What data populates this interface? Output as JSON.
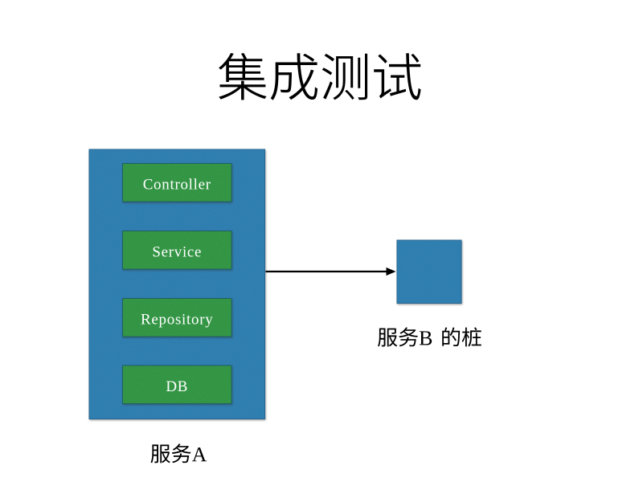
{
  "slide": {
    "title": "集成测试",
    "background": "#ffffff"
  },
  "service_a": {
    "label": "服务A",
    "layers": [
      {
        "label": "Controller"
      },
      {
        "label": "Service"
      },
      {
        "label": "Repository"
      },
      {
        "label": "DB"
      }
    ]
  },
  "service_b": {
    "label": "服务B 的桩"
  },
  "colors": {
    "container_blue": "#2b7cb0",
    "layer_green": "#2e9441",
    "layer_text_white": "#ffffff",
    "text_black": "#000000",
    "arrow_black": "#000000"
  },
  "vectors": {
    "title": "M273.5 105.3H330.4V108.4H273.5ZM283.9 81.2H323.8V84H283.9ZM283.9 88.9H324V91.7H283.9ZM301.6 75.4H305V98.5H301.6ZM300.1 100.6H303.6V124.4H300.1ZM298.8 106.2 301.7 107.7Q299.4 110.2 296.2 112.6Q293 114.9 289.3 117.1Q285.6 119.2 281.9 120.8Q278.1 122.5 274.7 123.6Q274.2 122.9 273.5 122Q272.8 121.1 272.2 120.6Q275.7 119.6 279.5 118.1Q283.3 116.6 286.9 114.7Q290.5 112.8 293.6 110.6Q296.7 108.4 298.8 106.2ZM304.9 106.2Q307.1 108.4 310.2 110.5Q313.3 112.7 316.9 114.5Q320.5 116.3 324.3 117.7Q328.1 119.1 331.7 120Q331.3 120.4 330.9 120.9Q330.4 121.5 330.1 122Q329.7 122.6 329.4 123Q325.8 122 322 120.4Q318.1 118.8 314.5 116.8Q310.8 114.8 307.6 112.5Q304.3 110.2 302 107.7ZM287.1 66 290.8 66.7Q288.2 71.5 284.3 76.9Q280.3 82.2 274.8 86.8Q274.5 86.4 274 86Q273.6 85.6 273.1 85.2Q272.6 84.8 272.1 84.5Q275.7 81.8 278.5 78.5Q281.4 75.3 283.6 72.1Q285.7 68.8 287.1 66ZM299.9 66.9 303.1 65.9Q304.3 67.8 305.5 70Q306.7 72.2 307.3 73.7L303.9 74.8Q303.4 73.3 302.3 71Q301.1 68.7 299.9 66.9ZM282.6 96.8H328.6V99.8H282.6ZM284.9 73.2H326.3V76.3H284.9V102H281.3V75.7L283.8 73.2Z M344.6 90.1H361V93.4H344.6ZM359.6 90.1H363Q363 90.1 363 90.4Q363 90.7 363 91.1Q363 91.5 363 91.8Q362.8 99.1 362.6 103.6Q362.4 108.1 362 110.4Q361.7 112.7 361 113.5Q360.3 114.3 359.5 114.6Q358.7 114.9 357.4 115.1Q356.2 115.2 354.1 115.1Q352 115.1 349.6 114.9Q349.5 114.2 349.3 113.2Q349 112.3 348.6 111.6Q350.9 111.8 353 111.9Q355.1 111.9 355.9 111.9Q356.6 111.9 357.1 111.8Q357.6 111.7 357.9 111.3Q358.5 110.7 358.8 108.6Q359.1 106.5 359.2 102.2Q359.4 97.9 359.6 90.7ZM377 69 379.2 66.7Q381.3 67.8 383.6 69.1Q385.9 70.4 387.9 71.8Q389.9 73.1 391.2 74.2L389 76.7Q387.7 75.6 385.7 74.2Q383.7 72.8 381.4 71.4Q379.2 70 377 69ZM386.9 86.7 390.5 87.6Q386.3 100.1 379.2 109.2Q372 118.3 362.1 124.1Q361.8 123.7 361.3 123.2Q360.8 122.6 360.4 122.1Q359.9 121.5 359.4 121.2Q369.4 115.9 376.3 107.2Q383.2 98.5 386.9 86.7ZM345 77.5H394.6V81H345ZM342.7 77.5H346.4V95.2Q346.4 98.5 346.1 102.4Q345.9 106.2 345.2 110.2Q344.5 114.2 343.2 117.9Q341.8 121.6 339.6 124.8Q339.3 124.4 338.7 123.9Q338.2 123.5 337.6 123.1Q337.1 122.6 336.6 122.4Q339.4 118.5 340.7 113.7Q341.9 109 342.3 104.1Q342.7 99.3 342.7 95.2ZM369.6 66.2H373.3Q373.3 75.5 374 83.7Q374.7 91.9 376.1 98.6Q377.5 105.3 379.4 110.2Q381.3 115.1 383.7 117.7Q386.1 120.3 388.8 120.3Q390.3 120.3 391 117.6Q391.7 114.8 391.9 108.3Q392.5 108.8 393.4 109.4Q394.4 109.9 395.1 110.2Q394.7 115.4 394 118.5Q393.3 121.5 392 122.7Q390.7 124 388.5 124Q385.4 124 382.7 121.9Q380.1 119.8 378 116Q376 112.1 374.4 106.8Q372.8 101.5 371.8 95.1Q370.7 88.6 370.2 81.3Q369.6 74 369.6 66.2Z M429.2 113.4 431.5 111.9Q433.2 113.4 435 115.3Q436.7 117.2 438.3 119Q439.8 120.8 440.7 122.2L438.4 124Q437.5 122.5 435.9 120.7Q434.4 118.8 432.7 116.9Q430.9 115 429.2 113.4ZM418.1 70H439.2V109.2H436.2V72.9H421.1V109.3H418.1ZM454 66.8H457.1V119.8Q457.1 121.5 456.6 122.4Q456.1 123.2 455 123.7Q453.9 124 451.9 124.1Q449.9 124.2 446.6 124.2Q446.5 123.6 446.1 122.7Q445.8 121.8 445.4 121.1Q448 121.2 450.1 121.2Q452.1 121.2 452.7 121.1Q454 121.1 454 119.8ZM445.3 71.8H448.2V109.7H445.3ZM426.7 77.9H429.7V99.8Q429.7 103.1 429.2 106.4Q428.7 109.8 427.4 113Q426 116.2 423.4 119.1Q420.7 122 416.4 124.3Q416.2 123.9 415.9 123.5Q415.5 123.1 415.1 122.7Q414.8 122.2 414.4 122Q418.5 119.8 421 117.2Q423.5 114.6 424.7 111.7Q426 108.8 426.4 105.8Q426.7 102.8 426.7 99.8ZM403.6 69.3 405.7 66.9Q407.5 67.8 409.4 69Q411.4 70.2 413.2 71.4Q414.9 72.6 416.1 73.6L413.8 76.5Q412.8 75.5 411 74.2Q409.3 72.9 407.3 71.6Q405.4 70.4 403.6 69.3ZM400.7 86.7 402.7 84.2Q404.6 85.1 406.5 86.2Q408.5 87.4 410.3 88.6Q412.1 89.7 413.3 90.7L411.2 93.5Q410.1 92.5 408.3 91.3Q406.5 90.1 404.5 88.9Q402.5 87.7 400.7 86.7ZM402.1 121.6Q403.4 119.1 404.9 115.7Q406.5 112.3 408.1 108.5Q409.7 104.7 410.9 101.2L413.8 103.1Q412.6 106.4 411.1 110.1Q409.7 113.7 408.2 117.2Q406.6 120.7 405.3 123.6Z M470.3 69.7 472.8 67.5Q474.4 68.8 476.1 70.5Q477.8 72.1 479.4 73.6Q480.9 75.2 481.8 76.4L479.3 78.9Q478.3 77.7 476.8 76Q475.3 74.4 473.6 72.7Q471.9 71 470.3 69.7ZM473.7 122.6 473.2 119.3 474.5 117.4 485.8 110.1Q486 110.8 486.3 111.7Q486.6 112.5 486.8 113.1Q482.8 115.8 480.3 117.5Q477.9 119.2 476.6 120.2Q475.2 121.1 474.6 121.6Q474 122.2 473.7 122.6ZM465.2 86.3H476.5V89.8H465.2ZM484 79.9H523.2V83.3H484ZM486.1 93.5H503.3V96.8H486.1ZM493.4 95.1H496.7V115L493.4 115.5ZM484.9 116.2Q488.6 115.2 493.9 113.7Q499.1 112.3 504.7 110.7L505.2 113.9Q500.1 115.5 495 116.9Q490 118.4 486 119.6ZM511.5 68.5 513.9 66.9Q516.1 69 518.2 71.5Q520.3 74.1 521.4 76L518.8 77.9Q517.7 75.9 515.6 73.3Q513.5 70.6 511.5 68.5ZM505.2 66.3H508.8Q508.9 75.1 509.3 83Q509.8 90.9 510.5 97.6Q511.2 104.3 512.3 109.2Q513.4 114.2 514.8 116.9Q516.2 119.7 518 119.8Q519 119.8 519.6 117.1Q520.3 114.5 520.6 109.6Q521 109.9 521.6 110.3Q522.1 110.7 522.7 111Q523.2 111.3 523.6 111.5Q523.1 115.2 522.5 117.7Q521.9 120.2 521.2 121.7Q520.5 123.1 519.7 123.7Q518.8 124.3 518 124.3Q515.1 124.2 513 121.3Q511 118.4 509.6 113.1Q508.2 107.8 507.3 100.6Q506.4 93.4 505.9 84.7Q505.5 76 505.2 66.3ZM473.7 122.6Q473.5 122.1 473.1 121.5Q472.8 120.9 472.4 120.4Q472.1 119.8 471.7 119.5Q472.5 119 473.6 117.7Q474.7 116.4 474.7 114.4V86.3H478.1V118Q478.1 118 477.6 118.3Q477.2 118.7 476.5 119.2Q475.9 119.7 475.2 120.3Q474.6 121 474.1 121.5Q473.7 122.1 473.7 122.6Z",
    "service_a_label": "M190.2 553.4H196.2V555.2H190.2ZM190.2 559.5H196.3V561.3H190.2ZM200.3 562.3H209.8V564.1H200.3ZM190.1 565.7H196.2V567.6H190.1ZM189.4 553.4H191.2V562.8Q191.2 564.3 191.1 566.1Q191 567.8 190.8 569.7Q190.6 571.5 190.2 573.2Q189.8 575 189.1 576.4Q188.9 576.3 188.6 576.1Q188.3 575.9 188 575.7Q187.7 575.6 187.5 575.5Q188.2 574.1 188.5 572.5Q188.9 570.9 189.1 569.2Q189.3 567.5 189.3 565.8Q189.4 564.2 189.4 562.8ZM195.1 553.4H197V574Q197 574.8 196.8 575.3Q196.6 575.8 196.1 576Q195.6 576.3 194.7 576.3Q193.9 576.4 192.6 576.4Q192.6 576.1 192.5 575.8Q192.4 575.4 192.3 575.1Q192.2 574.8 192 574.5Q192.9 574.5 193.7 574.5Q194.4 574.5 194.7 574.5Q194.9 574.5 195 574.4Q195.1 574.3 195.1 574ZM208.4 553.5H210.3V558.5Q210.3 559.3 210.1 559.7Q209.9 560.1 209.3 560.3Q208.7 560.5 207.7 560.5Q206.7 560.6 205.2 560.6Q205.1 560.2 204.9 559.7Q204.7 559.3 204.6 558.9Q205.3 558.9 206 558.9Q206.7 559 207.2 558.9Q207.7 558.9 207.9 558.9Q208.2 558.9 208.3 558.8Q208.4 558.7 208.4 558.5ZM209.2 562.3H209.6L209.9 562.3L211.1 562.7Q210.4 566 209.1 568.6Q207.8 571.2 206.1 573.1Q204.4 575 202.4 576.2Q202.2 575.9 201.9 575.5Q201.5 575 201.2 574.8Q203.1 573.8 204.7 572Q206.3 570.3 207.5 567.9Q208.7 565.5 209.2 562.7ZM203.2 563.5Q204 566 205.2 568.2Q206.5 570.5 208.1 572.2Q209.8 573.9 211.8 574.9Q211.5 575.2 211.1 575.6Q210.8 576.1 210.6 576.4Q208.5 575.3 206.8 573.4Q205.1 571.5 203.8 569.1Q202.5 566.6 201.7 563.9ZM199.3 553.5H209V555.3H201.1V576.4H199.3Z M215.9 567H233.9V568.7H215.9ZM233.3 567H235.2Q235.2 567 235.2 567.1Q235.2 567.3 235.2 567.5Q235.2 567.7 235.1 567.8Q234.8 570.2 234.5 571.7Q234.2 573.3 233.9 574.1Q233.5 575 233.1 575.4Q232.6 575.8 232.2 575.9Q231.7 576 231 576.1Q230.3 576.1 229.3 576.1Q228.2 576.1 227.1 576Q227 575.6 226.9 575.1Q226.7 574.6 226.4 574.3Q227.2 574.3 228 574.4Q228.8 574.4 229.5 574.4Q230.1 574.5 230.4 574.5Q230.8 574.5 231.1 574.4Q231.3 574.4 231.5 574.2Q231.9 573.9 232.2 573.1Q232.5 572.3 232.8 570.9Q233 569.4 233.3 567.2ZM224.2 564.4 226.2 564.6Q225.7 568.1 224.4 570.4Q223 572.7 220.7 574.1Q218.5 575.5 215.1 576.3Q215.1 576.1 214.9 575.8Q214.7 575.5 214.5 575.2Q214.3 574.9 214.1 574.7Q217.2 574.1 219.3 572.9Q221.4 571.6 222.6 569.6Q223.8 567.5 224.2 564.4ZM221 555.1H233.6V556.8H221ZM233.1 555.1H233.5L233.8 555L235 555.8Q233.6 558 231.4 559.5Q229.2 561.1 226.4 562.2Q223.6 563.3 220.6 564Q217.6 564.7 214.6 565Q214.5 564.6 214.3 564.1Q214 563.6 213.8 563.3Q216.7 563 219.6 562.4Q222.5 561.8 225.2 560.8Q227.8 559.9 229.9 558.5Q231.9 557.2 233.1 555.4ZM220.9 557.1Q222.4 558.9 224.8 560.1Q227.3 561.4 230.6 562Q233.8 562.7 237.6 562.9Q237.4 563.2 237.2 563.5Q237 563.8 236.8 564.1Q236.6 564.4 236.5 564.7Q232.7 564.4 229.4 563.6Q226.1 562.8 223.5 561.3Q221 559.9 219.3 557.8ZM222.5 552.4 224.6 552.8Q223.3 554.9 221.2 557Q219.1 559 216.2 560.7Q216 560.5 215.8 560.2Q215.6 559.9 215.4 559.7Q215.2 559.4 214.9 559.2Q216.8 558.3 218.3 557.1Q219.7 556 220.8 554.8Q221.9 553.6 222.5 552.4Z M244.5 573.6V574.3H238.9V573.6L240.8 573.3L246.6 557.1H249L255 573.3L257.2 573.6V574.3H250V573.6L252.3 573.3L250.6 568.4H243.9L242.2 573.3ZM247.2 559 244.3 567.2H250.2Z",
    "service_b_label": "M472.7 408.5H478.7V410.3H472.7ZM472.7 414.6H478.8V416.4H472.7ZM482.8 417.4H492.3V419.2H482.8ZM472.6 420.8H478.7V422.7H472.6ZM471.9 408.5H473.7V417.9Q473.7 419.4 473.6 421.2Q473.5 422.9 473.3 424.8Q473.1 426.6 472.7 428.3Q472.3 430.1 471.6 431.5Q471.4 431.4 471.1 431.2Q470.8 431 470.5 430.8Q470.2 430.7 470 430.6Q470.7 429.2 471 427.6Q471.4 426 471.6 424.3Q471.8 422.6 471.8 420.9Q471.9 419.3 471.9 417.9ZM477.6 408.5H479.5V429.1Q479.5 429.9 479.3 430.4Q479.1 430.9 478.6 431.1Q478.1 431.4 477.2 431.4Q476.4 431.5 475.1 431.5Q475.1 431.2 475 430.9Q474.9 430.5 474.8 430.2Q474.7 429.9 474.5 429.6Q475.4 429.6 476.2 429.6Q476.9 429.6 477.2 429.6Q477.4 429.6 477.5 429.5Q477.6 429.4 477.6 429.1ZM490.9 408.6H492.8V413.6Q492.8 414.4 492.6 414.8Q492.4 415.2 491.8 415.4Q491.2 415.6 490.2 415.6Q489.2 415.7 487.7 415.7Q487.6 415.3 487.4 414.8Q487.2 414.4 487.1 414Q487.8 414 488.5 414Q489.2 414.1 489.7 414Q490.2 414 490.4 414Q490.7 414 490.8 413.9Q490.9 413.8 490.9 413.6ZM491.7 417.4H492.1L492.4 417.4L493.6 417.8Q492.9 421.1 491.6 423.7Q490.3 426.3 488.6 428.2Q486.9 430.1 484.9 431.3Q484.7 431 484.4 430.6Q484 430.1 483.7 429.9Q485.6 428.9 487.2 427.1Q488.8 425.4 490 423Q491.2 420.6 491.7 417.8ZM485.7 418.6Q486.5 421.1 487.7 423.3Q489 425.6 490.6 427.3Q492.3 429 494.3 430Q494 430.3 493.6 430.7Q493.3 431.2 493.1 431.5Q491 430.4 489.3 428.5Q487.6 426.6 486.3 424.2Q485 421.7 484.2 419ZM481.8 408.6H491.5V410.4H483.6V431.5H481.8Z M498.4 422.1H516.4V423.8H498.4ZM515.8 422.1H517.7Q517.7 422.1 517.7 422.2Q517.7 422.4 517.7 422.6Q517.7 422.8 517.6 422.9Q517.3 425.3 517 426.8Q516.7 428.4 516.4 429.2Q516 430.1 515.6 430.5Q515.1 430.9 514.7 431Q514.2 431.1 513.5 431.2Q512.8 431.2 511.8 431.2Q510.7 431.2 509.6 431.1Q509.5 430.7 509.4 430.2Q509.2 429.7 508.9 429.4Q509.7 429.4 510.5 429.5Q511.3 429.5 512 429.5Q512.6 429.6 512.9 429.6Q513.3 429.6 513.6 429.5Q513.8 429.5 514 429.3Q514.4 429 514.7 428.2Q515 427.4 515.3 426Q515.5 424.5 515.8 422.3ZM506.7 419.5 508.7 419.7Q508.2 423.2 506.9 425.5Q505.5 427.8 503.2 429.2Q501 430.6 497.6 431.4Q497.6 431.2 497.4 430.9Q497.2 430.6 497 430.3Q496.8 430 496.6 429.8Q499.7 429.2 501.8 428Q503.9 426.7 505.1 424.7Q506.3 422.6 506.7 419.5ZM503.5 410.2H516.1V411.9H503.5ZM515.6 410.2H516L516.3 410.1L517.5 410.9Q516.1 413.1 513.9 414.6Q511.7 416.2 508.9 417.3Q506.1 418.4 503.1 419.1Q500.1 419.8 497.1 420.1Q497 419.7 496.8 419.2Q496.5 418.7 496.3 418.4Q499.2 418.1 502.1 417.5Q505 416.9 507.7 415.9Q510.3 415 512.4 413.6Q514.4 412.3 515.6 410.5ZM503.4 412.2Q504.9 414 507.3 415.2Q509.8 416.5 513.1 417.1Q516.3 417.8 520.1 418Q519.9 418.3 519.7 418.6Q519.5 418.9 519.3 419.2Q519.1 419.5 519 419.8Q515.2 419.5 511.9 418.7Q508.6 417.9 506 416.4Q503.5 415 501.8 412.9ZM505 407.5 507.1 407.9Q505.8 410 503.7 412.1Q501.6 414.1 498.7 415.8Q498.5 415.6 498.3 415.3Q498.1 415 497.9 414.8Q497.7 414.5 497.4 414.3Q499.3 413.4 500.8 412.2Q502.2 411.1 503.3 409.9Q504.4 408.7 505 407.5Z M533.3 416.5Q533.3 414.9 532.3 414.2Q531.3 413.5 529.1 413.5H526.5V420H529.3Q531.3 420 532.3 419.1Q533.3 418.3 533.3 416.5ZM534.5 424.6Q534.5 422.8 533.4 421.9Q532.2 421.1 529.5 421.1H526.5V428.3Q528.2 428.3 530.2 428.3Q532.4 428.3 533.5 427.4Q534.5 426.5 534.5 424.6ZM521.8 429.4V428.7L524 428.4V413.4L521.8 413V412.4H529.6Q532.9 412.4 534.4 413.3Q535.9 414.3 535.9 416.4Q535.9 417.9 534.9 418.9Q534 420 532.4 420.3Q534.7 420.6 535.9 421.7Q537.2 422.8 537.2 424.5Q537.2 426.9 535.5 428.2Q533.8 429.5 530.5 429.5L525.1 429.4Z M551.4 411.7H559.3V428.7H551.4V427H557.5V413.5H551.4ZM550.2 411.7H552V430.8H550.2ZM551.2 419H558.4V420.7H551.2ZM554.2 407.5 556.3 407.9Q555.9 409.1 555.4 410.3Q555 411.6 554.6 412.5L553 412.1Q553.2 411.4 553.5 410.6Q553.7 409.8 553.9 409Q554.1 408.2 554.2 407.5ZM563 411.7H570.9V413.5H563ZM570.3 411.7H572.1Q572.1 411.7 572.1 411.8Q572.1 412 572.1 412.3Q572.1 412.5 572.1 412.7Q571.9 417.1 571.8 420.2Q571.6 423.3 571.4 425.3Q571.2 427.3 570.9 428.3Q570.7 429.4 570.3 429.9Q569.8 430.5 569.4 430.7Q568.9 430.9 568.2 431Q567.5 431 566.5 431Q565.4 431 564.3 430.9Q564.3 430.5 564.1 430Q563.9 429.4 563.7 429.1Q564.9 429.2 566 429.2Q567.1 429.2 567.5 429.2Q567.9 429.2 568.2 429.1Q568.4 429 568.6 428.8Q569 428.4 569.2 427.4Q569.4 426.3 569.6 424.4Q569.8 422.4 570 419.4Q570.1 416.4 570.3 412.1ZM563.5 407.5 565.4 407.9Q564.9 409.8 564.2 411.7Q563.6 413.5 562.8 415.2Q562 416.8 561.1 418.1Q560.9 417.9 560.6 417.7Q560.3 417.5 560 417.3Q559.7 417.1 559.5 416.9Q560.4 415.8 561.1 414.3Q561.9 412.7 562.5 411Q563.1 409.2 563.5 407.5ZM562.3 418.4 563.8 417.5Q564.6 418.5 565.3 419.5Q566.1 420.6 566.8 421.6Q567.5 422.7 567.9 423.4L566.3 424.5Q565.9 423.7 565.2 422.6Q564.6 421.6 563.8 420.5Q563 419.4 562.3 418.4Z M575.2 412.6H584V414.4H575.2ZM579 407.6H580.8V431.4H579ZM579 413.7 580.2 414.2Q579.9 415.8 579.4 417.5Q578.9 419.1 578.3 420.8Q577.8 422.4 577.1 423.8Q576.4 425.2 575.7 426.2Q575.6 425.9 575.5 425.5Q575.3 425.2 575.1 424.9Q574.9 424.5 574.7 424.3Q575.4 423.4 576 422.2Q576.7 421 577.2 419.5Q577.8 418.1 578.3 416.6Q578.7 415.1 579 413.7ZM580.7 415.1Q581 415.4 581.4 416.1Q581.9 416.7 582.4 417.5Q582.9 418.3 583.3 419Q583.7 419.6 583.9 419.9L582.7 421.3Q582.5 420.9 582.1 420.1Q581.8 419.3 581.3 418.5Q580.9 417.7 580.5 417Q580.1 416.3 579.8 415.9ZM591.9 414.3H593.7V429.7H591.9ZM588 419.2H598V421H588ZM586.3 411.4H598.7V413.3H586.3ZM586.7 428.6H598.8V430.4H586.7ZM585 411.4H586.9V418.6Q586.9 420 586.8 421.7Q586.7 423.4 586.4 425.1Q586.1 426.8 585.5 428.5Q584.9 430.1 583.9 431.5Q583.8 431.3 583.5 431.1Q583.2 430.8 582.9 430.6Q582.6 430.4 582.4 430.2Q583.3 429 583.8 427.5Q584.3 426 584.6 424.5Q584.9 422.9 584.9 421.4Q585 419.9 585 418.6ZM589.9 408.1 591.5 407.4Q592.1 408.1 592.7 409Q593.3 409.8 593.5 410.4L591.8 411.2Q591.5 410.6 591 409.7Q590.4 408.9 589.9 408.1Z"
  }
}
